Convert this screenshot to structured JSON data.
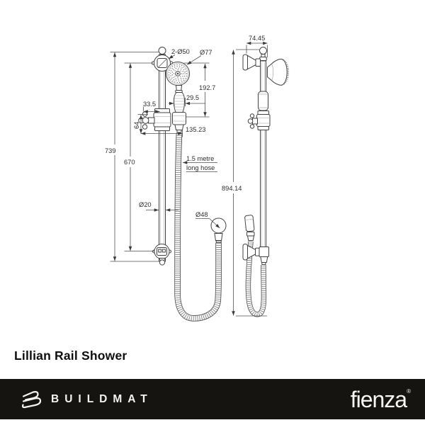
{
  "title": "Lillian Rail Shower",
  "brand": {
    "buildmat": "BUILDMAT",
    "fienza": "fienza",
    "registered": "®"
  },
  "colors": {
    "footer_bg": "#161410",
    "line": "#414141",
    "dimension_line": "#4f4f4f",
    "text": "#2e2e2e"
  },
  "drawing": {
    "labels": {
      "top_brackets": "2-Ø50",
      "head_diameter": "Ø77",
      "head_to_slider": "192.7",
      "handle_diameter": "29.5",
      "slider_offset": "33.5",
      "slider_height": "64",
      "outlet_offset": "135.23",
      "hose_note_line1": "1.5 metre",
      "hose_note_line2": "long hose",
      "rail_length": "739",
      "bracket_spacing": "670",
      "rail_diameter": "Ø20",
      "outlet_diameter": "Ø48",
      "overall_height": "894.14",
      "wall_projection": "74.45"
    }
  }
}
